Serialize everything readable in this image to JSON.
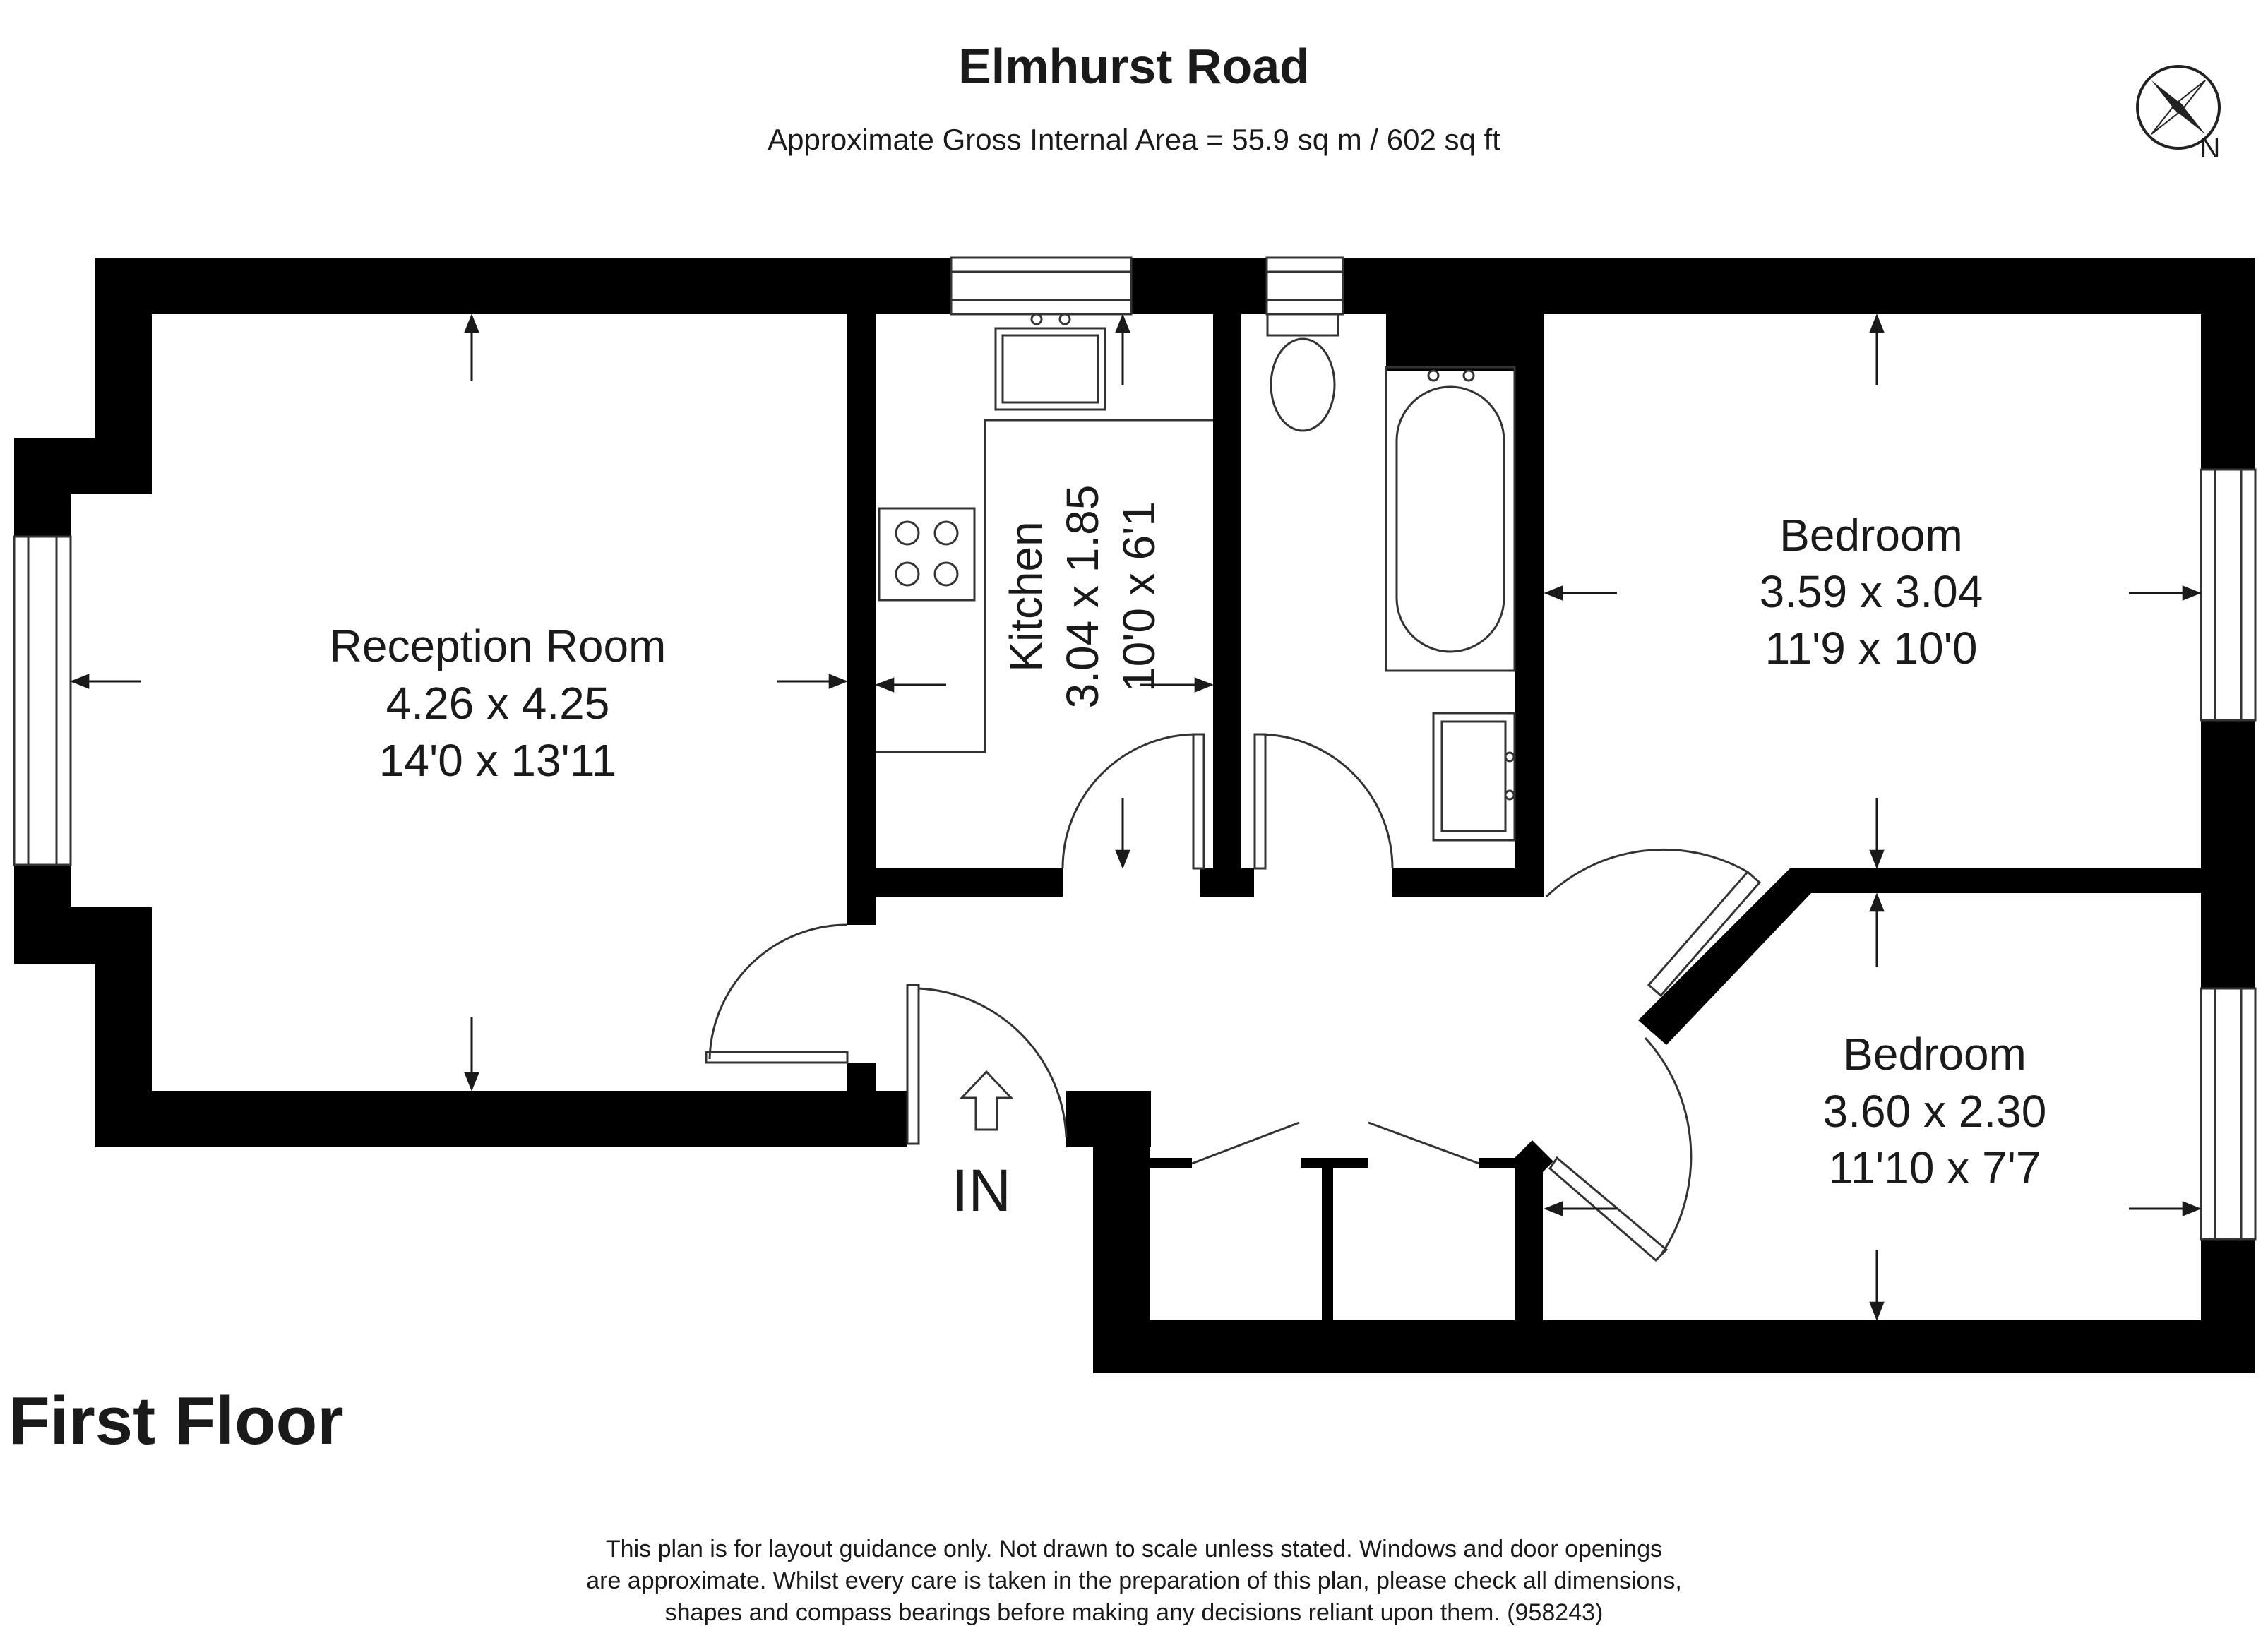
{
  "title": "Elmhurst Road",
  "subtitle": "Approximate Gross Internal Area = 55.9 sq m / 602 sq ft",
  "compass": {
    "label": "N"
  },
  "floor_label": "First Floor",
  "entrance_label": "IN",
  "rooms": [
    {
      "name": "Reception Room",
      "metric": "4.26 x 4.25",
      "imperial": "14'0 x 13'11"
    },
    {
      "name": "Kitchen",
      "metric": "3.04 x 1.85",
      "imperial": "10'0 x 6'1"
    },
    {
      "name": "Bedroom",
      "metric": "3.59 x 3.04",
      "imperial": "11'9 x 10'0"
    },
    {
      "name": "Bedroom",
      "metric": "3.60 x 2.30",
      "imperial": "11'10 x 7'7"
    }
  ],
  "disclaimer": [
    "This plan is for layout guidance only. Not drawn to scale unless stated. Windows and door openings",
    "are approximate. Whilst every care is taken in the preparation of this plan, please check all dimensions,",
    "shapes and compass bearings before making any decisions reliant upon them. (958243)"
  ]
}
